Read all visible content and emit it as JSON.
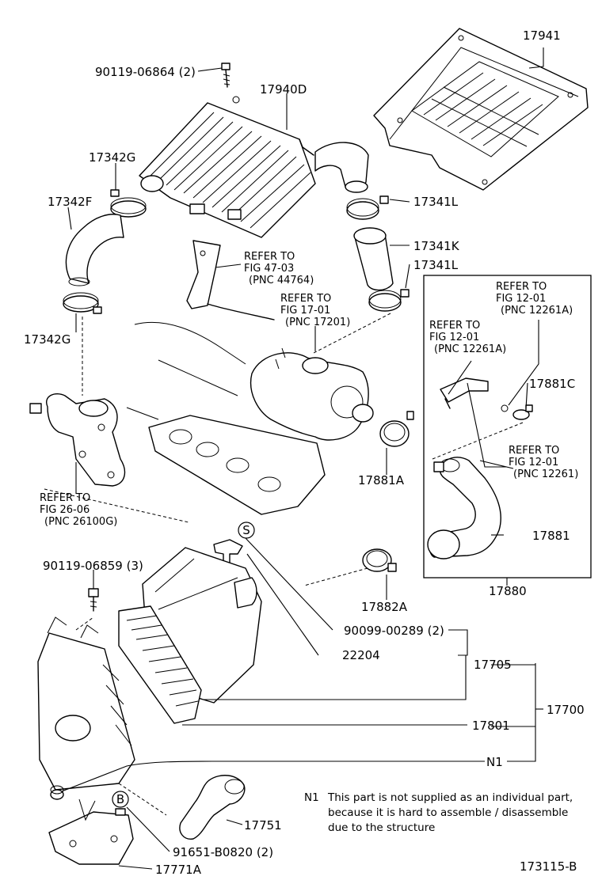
{
  "labels": {
    "p17941": "17941",
    "p90119_06864": "90119-06864 (2)",
    "p17940D": "17940D",
    "p17342G_top": "17342G",
    "p17342F": "17342F",
    "p17341L_top": "17341L",
    "p17341K": "17341K",
    "p17341L_mid": "17341L",
    "p17342G_bot": "17342G",
    "p17881C": "17881C",
    "p17881A": "17881A",
    "p17881": "17881",
    "p17880": "17880",
    "p90119_06859": "90119-06859 (3)",
    "p17882A": "17882A",
    "p90099_00289": "90099-00289 (2)",
    "p22204": "22204",
    "p17705": "17705",
    "p17700": "17700",
    "p17801": "17801",
    "pN1": "N1",
    "p17751": "17751",
    "p91651": "91651-B0820 (2)",
    "p17771A": "17771A",
    "diagram_id": "173115-B"
  },
  "circle_marks": {
    "s": "S",
    "b": "B"
  },
  "refs": {
    "fig47": [
      "REFER TO",
      "FIG 47-03",
      "(PNC 44764)"
    ],
    "fig17": [
      "REFER TO",
      "FIG 17-01",
      "(PNC 17201)"
    ],
    "fig12a": [
      "REFER TO",
      "FIG 12-01",
      "(PNC 12261A)"
    ],
    "fig12b": [
      "REFER TO",
      "FIG 12-01",
      "(PNC 12261A)"
    ],
    "fig12c": [
      "REFER TO",
      "FIG 12-01",
      "(PNC 12261)"
    ],
    "fig26": [
      "REFER TO",
      "FIG 26-06",
      "(PNC 26100G)"
    ]
  },
  "note": {
    "key": "N1",
    "lines": [
      "This part is not supplied as an individual part,",
      "because it is hard to assemble / disassemble",
      "due to the structure"
    ]
  }
}
